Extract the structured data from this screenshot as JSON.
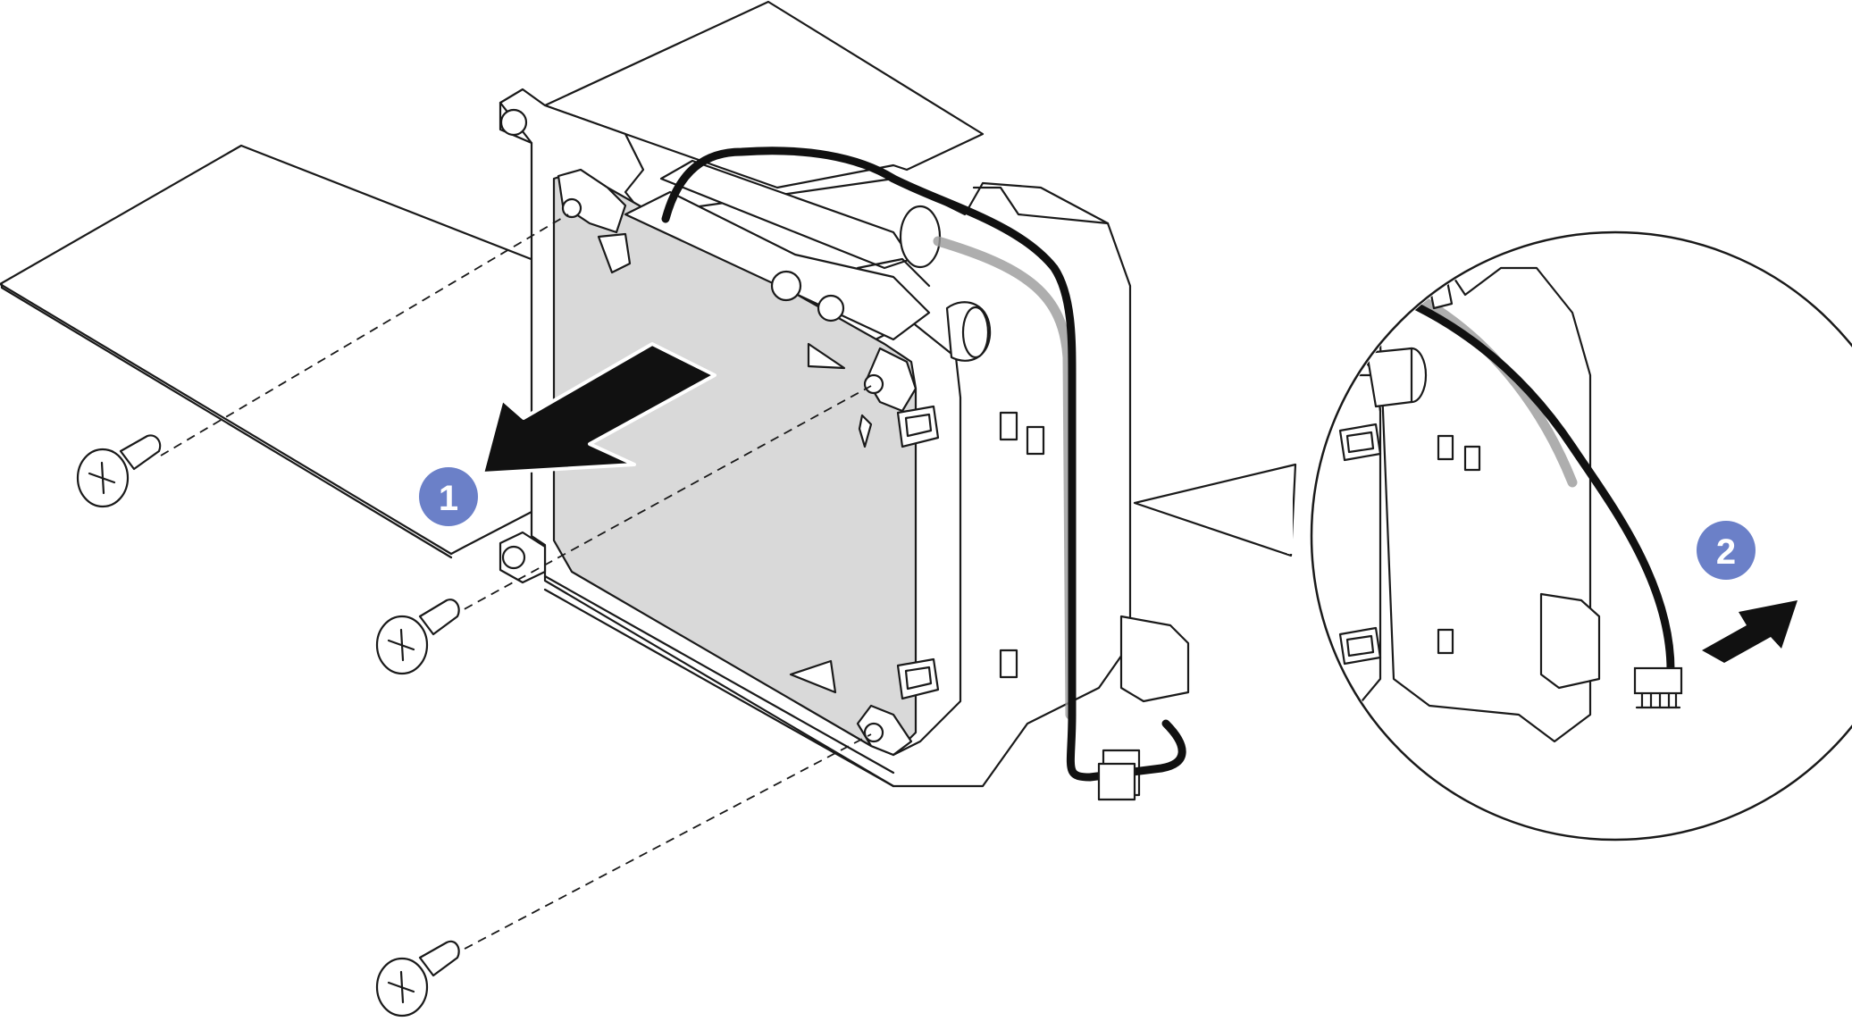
{
  "steps": [
    {
      "number": "1",
      "action": "slide-drive-out"
    },
    {
      "number": "2",
      "action": "disconnect-cable"
    }
  ],
  "colors": {
    "callout_badge": "#6b80c8",
    "line_art": "#1a1a1a",
    "drive_fill": "#d9d9d9",
    "cable": "#111111",
    "background": "#ffffff"
  },
  "icons": [
    "screw-icon",
    "removal-arrow-icon",
    "cable-connector-icon",
    "magnifier-callout"
  ]
}
